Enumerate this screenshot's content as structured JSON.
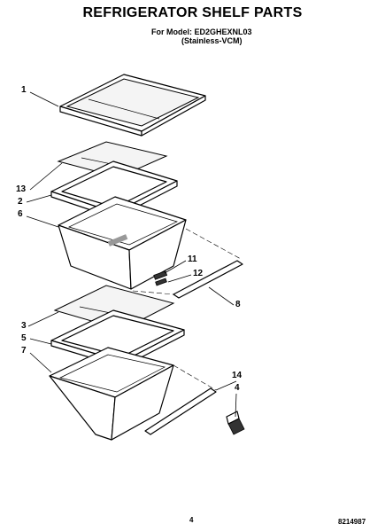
{
  "header": {
    "title": "REFRIGERATOR SHELF PARTS",
    "model_line": "For Model: ED2GHEXNL03",
    "variant_line": "(Stainless-VCM)"
  },
  "callouts": [
    "1",
    "13",
    "2",
    "6",
    "11",
    "12",
    "8",
    "3",
    "5",
    "7",
    "14",
    "4"
  ],
  "footer": {
    "page_number": "4",
    "doc_number": "8214987"
  }
}
